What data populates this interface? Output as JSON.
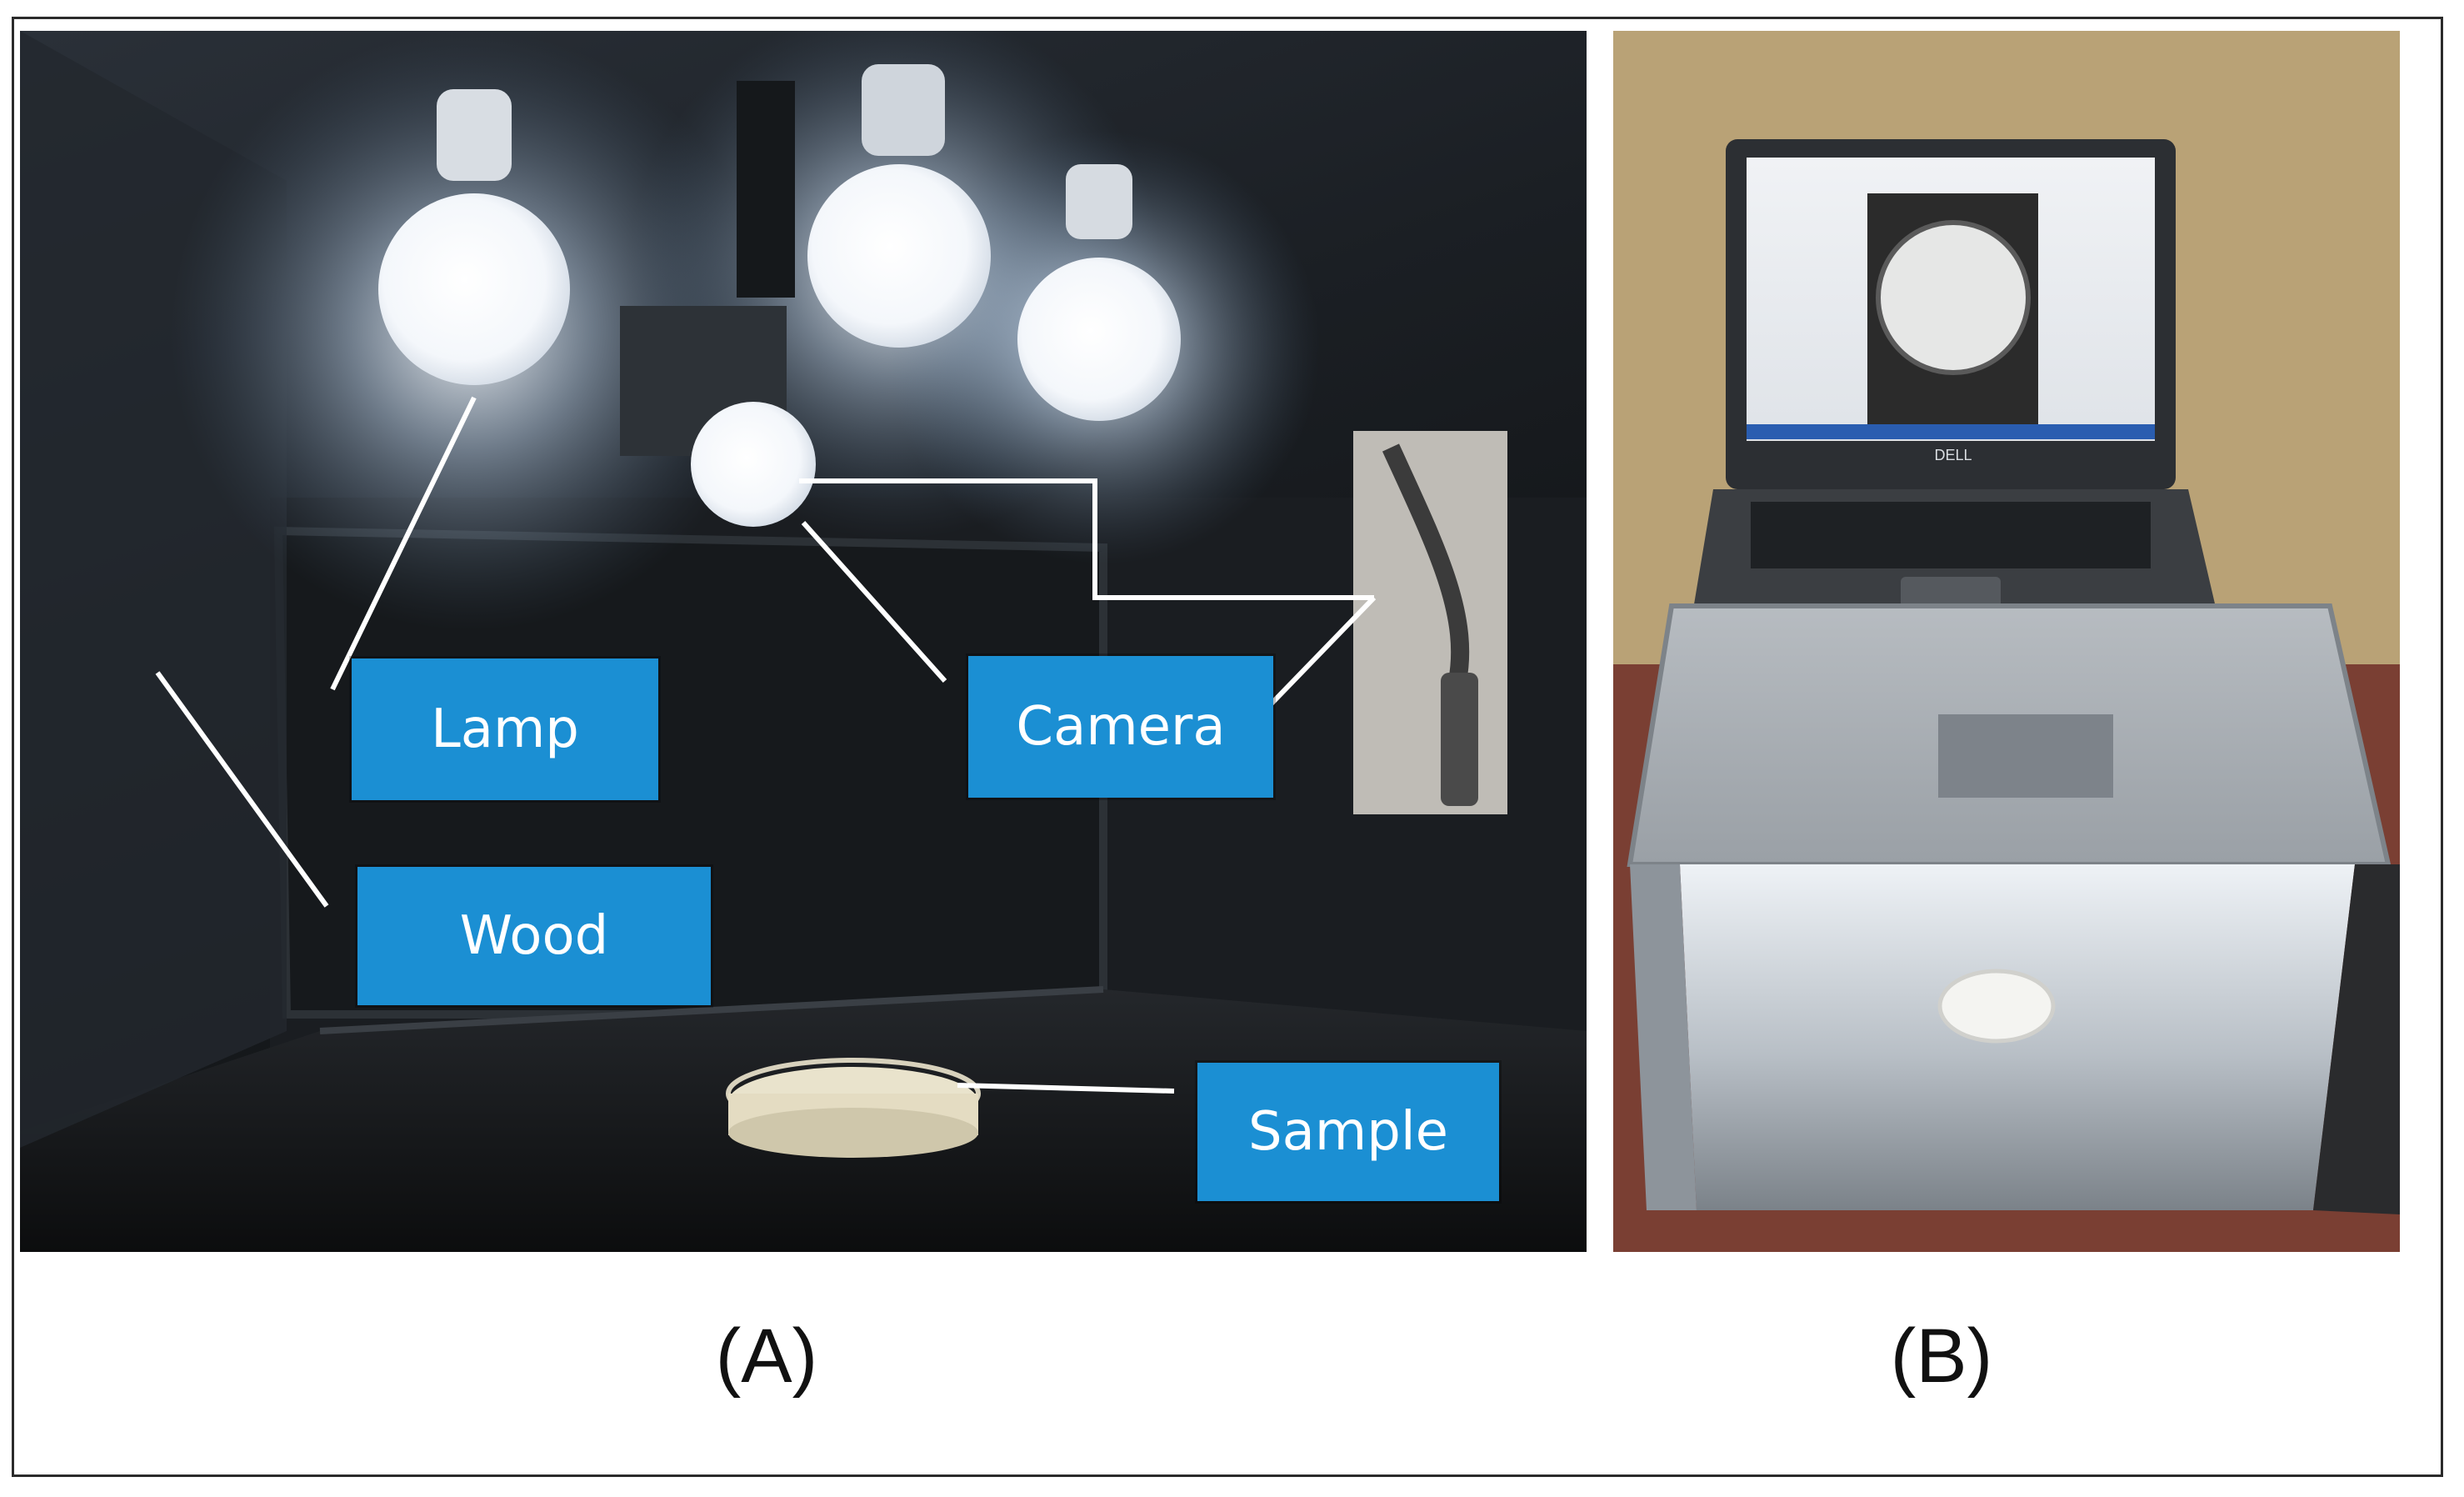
{
  "figure": {
    "caption_a": "(A)",
    "caption_b": "(B)"
  },
  "panel_a": {
    "labels": {
      "lamp": "Lamp",
      "camera": "Camera",
      "wood": "Wood",
      "sample": "Sample"
    }
  },
  "panel_b": {
    "laptop_brand": "DELL"
  },
  "colors": {
    "label_fill": "#1b8fd3",
    "label_text": "#ffffff",
    "leader_line": "#ffffff"
  }
}
